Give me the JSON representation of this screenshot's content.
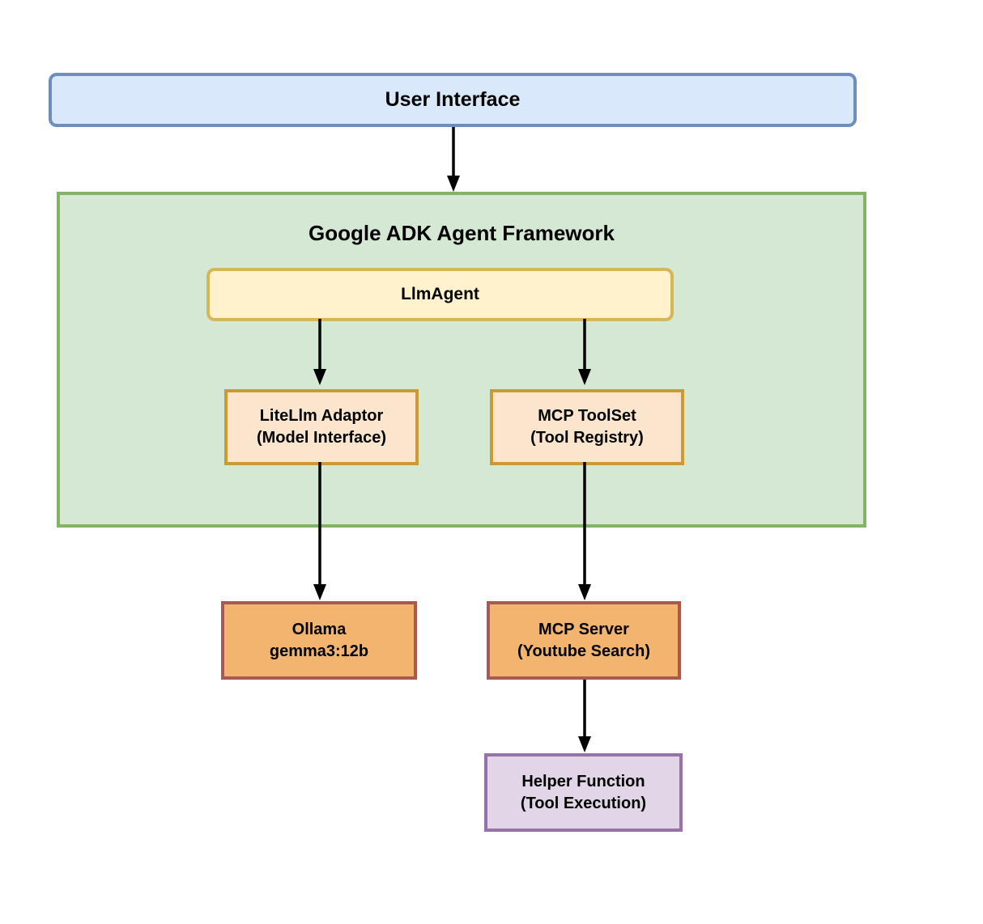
{
  "diagram": {
    "nodes": {
      "user_interface": {
        "label": "User Interface"
      },
      "framework": {
        "title": "Google ADK Agent Framework"
      },
      "llm_agent": {
        "label": "LlmAgent"
      },
      "litellm_adaptor": {
        "line1": "LiteLlm Adaptor",
        "line2": "(Model Interface)"
      },
      "mcp_toolset": {
        "line1": "MCP ToolSet",
        "line2": "(Tool Registry)"
      },
      "ollama": {
        "line1": "Ollama",
        "line2": "gemma3:12b"
      },
      "mcp_server": {
        "line1": "MCP Server",
        "line2": "(Youtube Search)"
      },
      "helper_function": {
        "line1": "Helper Function",
        "line2": "(Tool Execution)"
      }
    },
    "edges": [
      {
        "from": "user_interface",
        "to": "framework"
      },
      {
        "from": "llm_agent",
        "to": "litellm_adaptor"
      },
      {
        "from": "llm_agent",
        "to": "mcp_toolset"
      },
      {
        "from": "litellm_adaptor",
        "to": "ollama"
      },
      {
        "from": "mcp_toolset",
        "to": "mcp_server"
      },
      {
        "from": "mcp_server",
        "to": "helper_function"
      }
    ]
  },
  "colors": {
    "ui-fill": "#dae8fc",
    "ui-border": "#6c8ebf",
    "framework-fill": "#d5e8d4",
    "framework-border": "#82b366",
    "agent-fill": "#fff2cc",
    "agent-border": "#d6b656",
    "adaptor-fill": "#fbe5cc",
    "adaptor-border": "#cc9a33",
    "server-fill": "#f2b46e",
    "server-border": "#a85a52",
    "helper-fill": "#e1d5e7",
    "helper-border": "#9673a6",
    "arrow": "#000000"
  }
}
